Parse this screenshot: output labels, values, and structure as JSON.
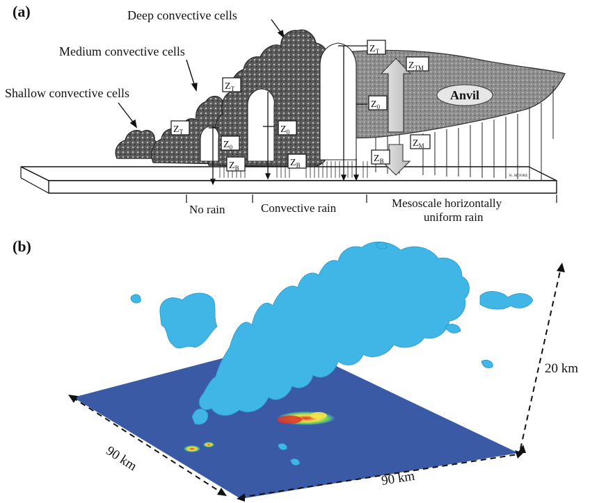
{
  "panel_a": {
    "tag": "(a)",
    "labels": {
      "deep": "Deep convective cells",
      "medium": "Medium convective cells",
      "shallow": "Shallow convective cells",
      "anvil": "Anvil",
      "no_rain": "No rain",
      "convective_rain": "Convective rain",
      "mesoscale_1": "Mesoscale  horizontally",
      "mesoscale_2": "uniform rain",
      "signature": "K. MOORE"
    },
    "level_markers": [
      {
        "base": "Z",
        "sub": "T"
      },
      {
        "base": "Z",
        "sub": "TM"
      },
      {
        "base": "Z",
        "sub": "T"
      },
      {
        "base": "Z",
        "sub": "0"
      },
      {
        "base": "Z",
        "sub": "T"
      },
      {
        "base": "Z",
        "sub": "0"
      },
      {
        "base": "Z",
        "sub": "0"
      },
      {
        "base": "Z",
        "sub": "M"
      },
      {
        "base": "Z",
        "sub": "B"
      },
      {
        "base": "Z",
        "sub": "B"
      },
      {
        "base": "Z",
        "sub": "B"
      }
    ]
  },
  "panel_b": {
    "tag": "(b)",
    "dim_height": "20 km",
    "dim_left": "90 km",
    "dim_right": "90 km"
  },
  "colors": {
    "cloud_dark": "#555555",
    "anvil_gray": "#9a9a9a",
    "ground": "#ffffff",
    "arrow_gray": "#cfcfcf",
    "plane_blue": "#3b5aa6",
    "cloud_cyan": "#3fb6e6",
    "core_red": "#e0332a",
    "core_yellow": "#f2e44a"
  }
}
